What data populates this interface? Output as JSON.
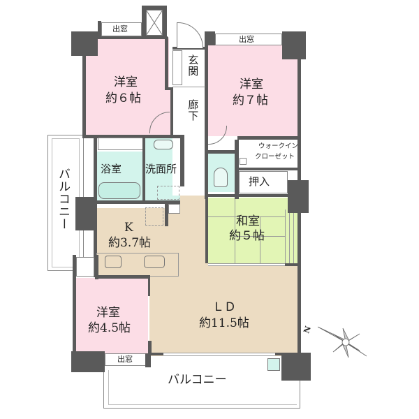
{
  "floorplan": {
    "rooms": [
      {
        "id": "western-room-6",
        "name": "洋室",
        "size": "約６帖",
        "color": "#fcdde6"
      },
      {
        "id": "western-room-7",
        "name": "洋室",
        "size": "約７帖",
        "color": "#fcdde6"
      },
      {
        "id": "western-room-4-5",
        "name": "洋室",
        "size": "約4.5帖",
        "color": "#fcdde6"
      },
      {
        "id": "kitchen",
        "name": "K",
        "size": "約3.7帖",
        "color": "#ecdcc2"
      },
      {
        "id": "living-dining",
        "name": "ＬＤ",
        "size": "約11.5帖",
        "color": "#ecdcc2"
      },
      {
        "id": "japanese-room",
        "name": "和室",
        "size": "約５帖",
        "color": "#e2f5b5"
      },
      {
        "id": "bathroom",
        "name": "浴室",
        "color": "#d3f4ec"
      },
      {
        "id": "washroom",
        "name": "洗面所",
        "color": "#d3f4ec"
      },
      {
        "id": "toilet",
        "name": "",
        "color": "#d3f4ec"
      }
    ],
    "labels": {
      "entrance": "玄関",
      "hallway": "廊下",
      "walk_in_closet_1": "ウォークイン",
      "walk_in_closet_2": "クローゼット",
      "closet": "押入",
      "bay_window": "出窓",
      "balcony": "バルコニー",
      "compass_n": "N"
    },
    "colors": {
      "wall": "#5a5a5a",
      "western": "#fcdde6",
      "wet": "#d3f4ec",
      "ldk": "#ecdcc2",
      "tatami": "#e2f5b5"
    }
  }
}
